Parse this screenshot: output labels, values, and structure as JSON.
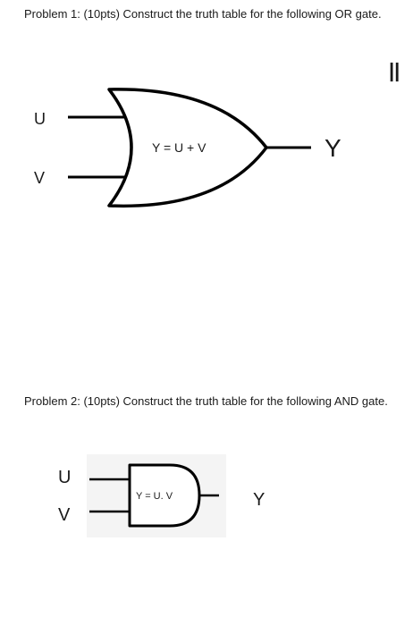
{
  "problem1": {
    "text": "Problem 1: (10pts) Construct the truth table for the following OR gate.",
    "side_mark": "||",
    "gate": {
      "type": "OR",
      "input_a": "U",
      "input_b": "V",
      "expression": "Y = U + V",
      "output": "Y"
    }
  },
  "problem2": {
    "text": "Problem 2: (10pts) Construct the truth table for the following AND gate.",
    "gate": {
      "type": "AND",
      "input_a": "U",
      "input_b": "V",
      "expression": "Y = U. V",
      "output": "Y"
    }
  }
}
